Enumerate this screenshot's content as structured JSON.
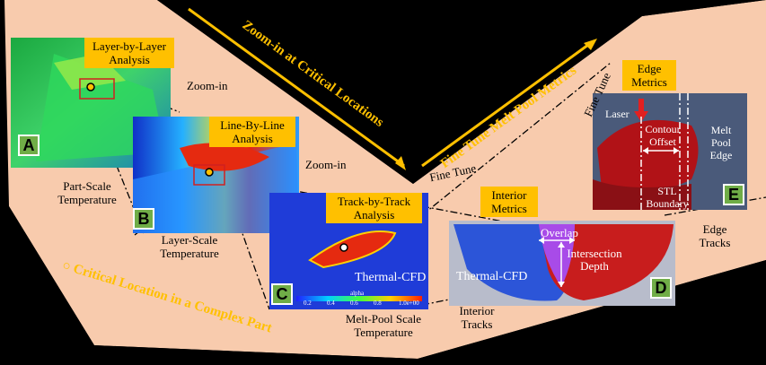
{
  "banners": {
    "zoom_in_critical": "Zoom-in at Critical Locations",
    "fine_tune_metrics": "Fine Tune Melt Pool Metrics",
    "critical_location": "Critical Location in a Complex Part"
  },
  "boxes": {
    "layer": "Layer-by-Layer Analysis",
    "line": "Line-By-Line Analysis",
    "track": "Track-by-Track Analysis",
    "interior": "Interior Metrics",
    "edge": "Edge Metrics"
  },
  "labels": {
    "zoom_in_1": "Zoom-in",
    "zoom_in_2": "Zoom-in",
    "fine_tune_1": "Fine Tune",
    "fine_tune_2": "Fine Tune",
    "part_scale": "Part-Scale Temperature",
    "layer_scale": "Layer-Scale Temperature",
    "melt_pool_scale": "Melt-Pool Scale Temperature",
    "interior_tracks": "Interior Tracks",
    "edge_tracks": "Edge Tracks"
  },
  "panels": {
    "A": "A",
    "B": "B",
    "C": "C",
    "D": "D",
    "E": "E"
  },
  "panel_c": {
    "caption": "Thermal-CFD",
    "colorbar_title": "alpha",
    "ticks": [
      "0.2",
      "0.4",
      "0.6",
      "0.8",
      "1.0e+00"
    ]
  },
  "panel_d": {
    "caption": "Thermal-CFD",
    "overlap": "Overlap",
    "intersection": "Intersection Depth"
  },
  "panel_e": {
    "laser": "Laser",
    "contour_offset": "Contour Offset",
    "melt_pool_edge": "Melt Pool Edge",
    "stl_boundary": "STL Boundary"
  },
  "colors": {
    "background": "#000000",
    "fan": "#f8cbad",
    "banner_text": "#ffc000",
    "label_box": "#ffc000",
    "panel_tag": "#70ad47",
    "melt_red": "#b11217"
  }
}
